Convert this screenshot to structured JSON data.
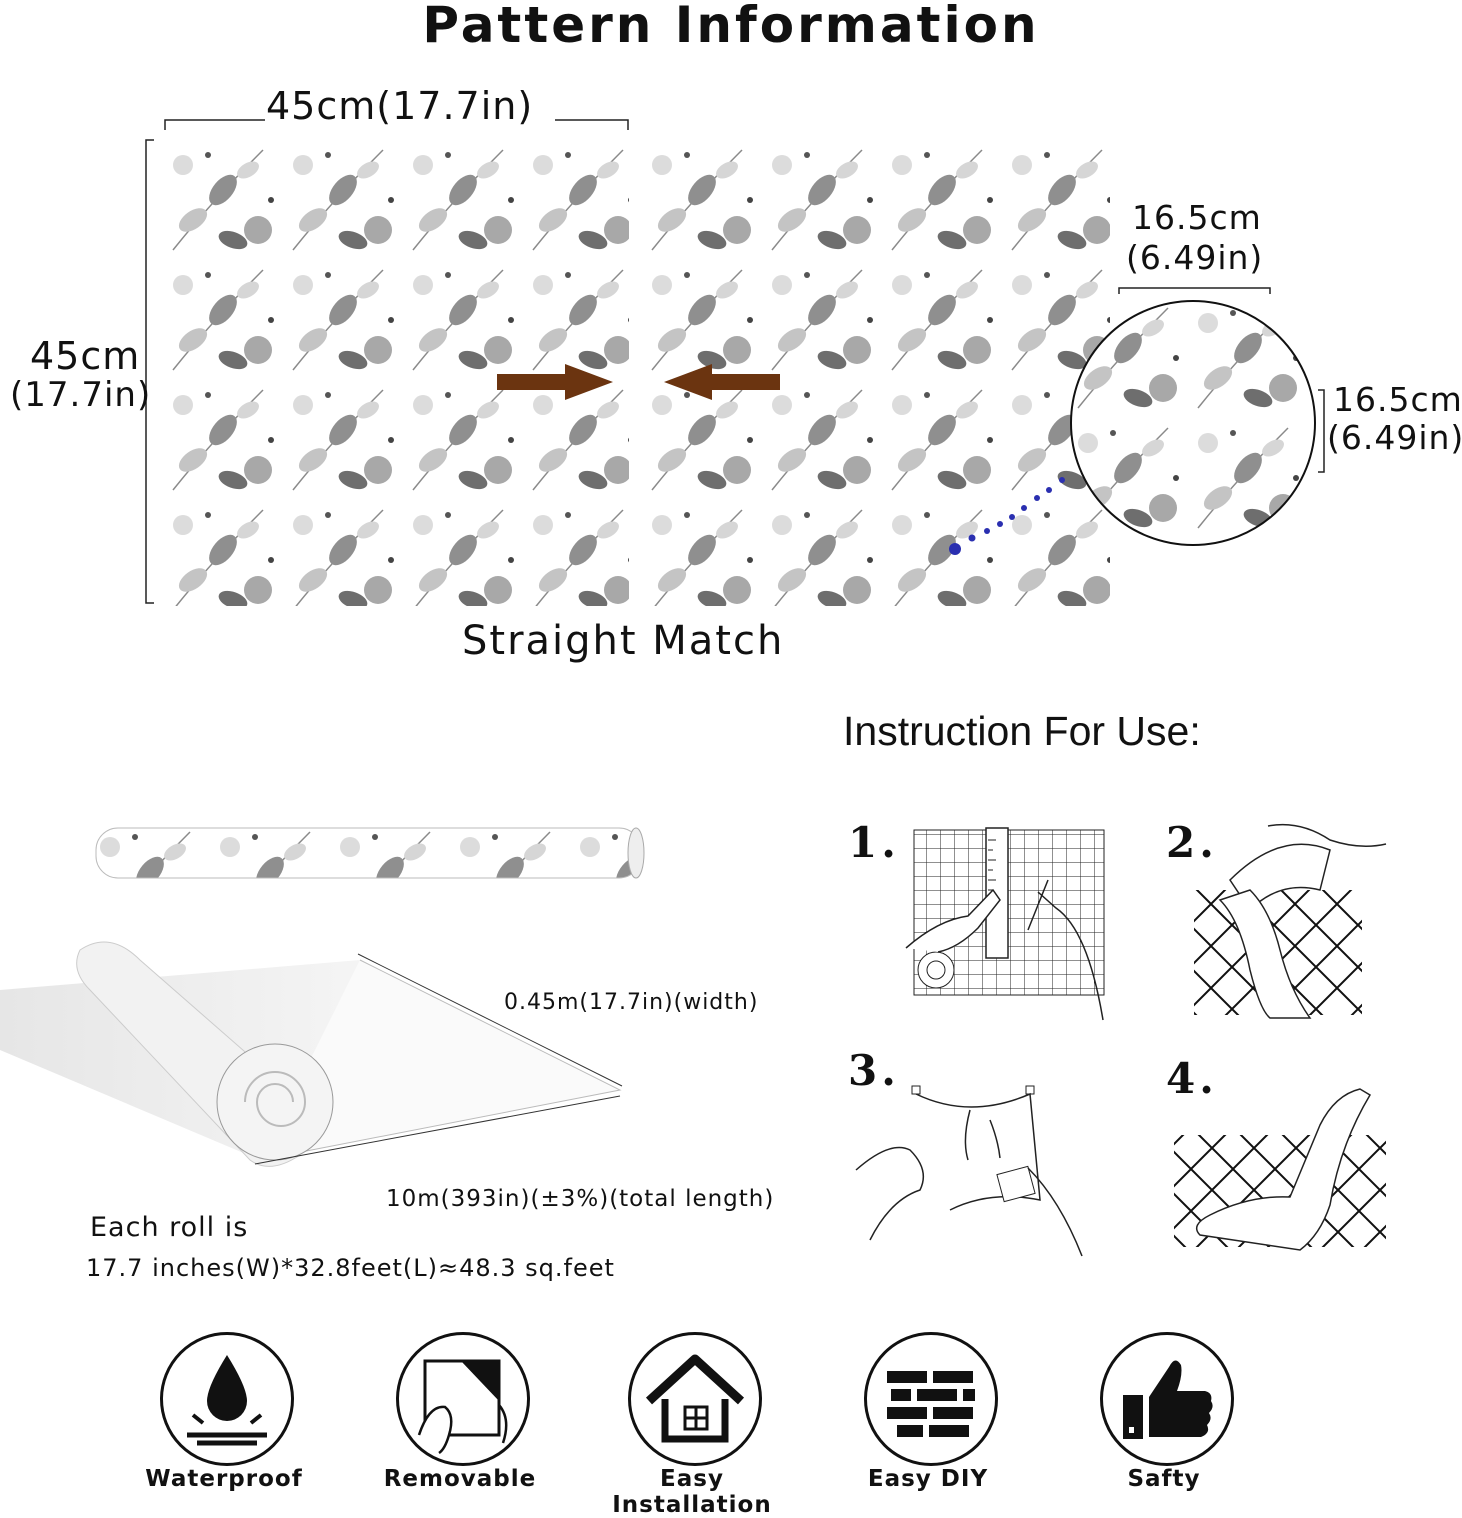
{
  "header": {
    "title": "Pattern Information"
  },
  "pattern": {
    "width_label": "45cm(17.7in)",
    "height_label_cm": "45cm",
    "height_label_in": "(17.7in)",
    "match_label": "Straight Match",
    "repeat_width_cm": "16.5cm",
    "repeat_width_in": "(6.49in)",
    "repeat_height_cm": "16.5cm",
    "repeat_height_in": "(6.49in)"
  },
  "instructions": {
    "title": "Instruction For Use:",
    "steps": [
      {
        "num": "1."
      },
      {
        "num": "2."
      },
      {
        "num": "3."
      },
      {
        "num": "4."
      }
    ]
  },
  "roll": {
    "width_label": "0.45m(17.7in)(width)",
    "length_label": "10m(393in)(±3%)(total length)",
    "each_roll_line1": "Each roll is",
    "each_roll_line2": "17.7 inches(W)*32.8feet(L)≈48.3 sq.feet"
  },
  "features": [
    {
      "label": "Waterproof",
      "icon": "water-drop-icon"
    },
    {
      "label": "Removable",
      "icon": "peel-off-icon"
    },
    {
      "label": "Easy Installation",
      "icon": "house-icon"
    },
    {
      "label": "Easy DIY",
      "icon": "brick-wall-icon"
    },
    {
      "label": "Safty",
      "icon": "thumbs-up-icon"
    }
  ],
  "colors": {
    "arrow": "#6b3410",
    "dots": "#2a2fb0",
    "ink": "#111111"
  }
}
